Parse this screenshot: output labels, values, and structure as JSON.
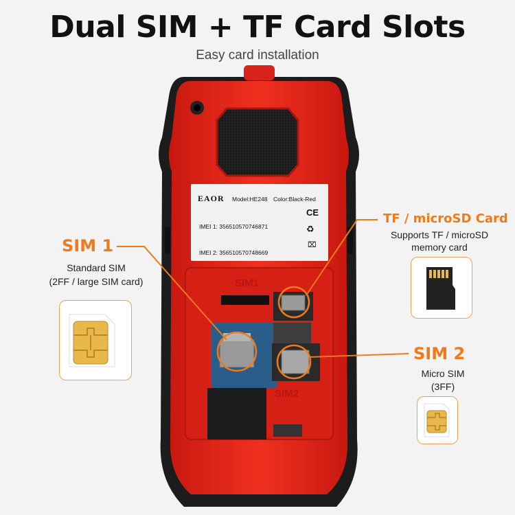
{
  "header": {
    "title": "Dual SIM + TF Card Slots",
    "subtitle": "Easy card installation"
  },
  "label": {
    "brand": "EAOR",
    "model": "Model:HE248",
    "color": "Color:Black-Red",
    "imei1": "IMEI 1: 356510570746871",
    "imei2": "IMEI 2: 356510570748669",
    "ce": "CE"
  },
  "slots": {
    "sim1_mark": "SIM1",
    "sim2_mark": "SIM2"
  },
  "callouts": {
    "sim1": {
      "title": "SIM 1",
      "line1": "Standard SIM",
      "line2": "(2FF / large SIM card)"
    },
    "tf": {
      "title": "TF / microSD Card",
      "line1": "Supports TF / microSD",
      "line2": "memory card"
    },
    "sim2": {
      "title": "SIM 2",
      "line1": "Micro SIM",
      "line2": "(3FF)"
    }
  },
  "colors": {
    "accent": "#f07a1a",
    "phone_red": "#e8241c",
    "phone_black": "#1a1a1a"
  }
}
